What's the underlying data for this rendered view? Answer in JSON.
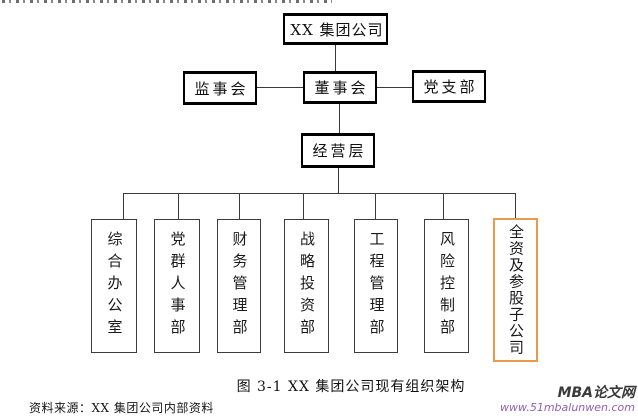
{
  "figure": {
    "caption": "图 3-1 XX 集团公司现有组织架构",
    "source_note": "资料来源：XX 集团公司内部资料"
  },
  "org_chart": {
    "nodes": {
      "root": "XX 集团公司",
      "supervisory_board": "监事会",
      "board_of_directors": "董事会",
      "party_branch": "党支部",
      "management_level": "经营层",
      "departments": [
        {
          "label": "综合办公室",
          "highlighted": false
        },
        {
          "label": "党群人事部",
          "highlighted": false
        },
        {
          "label": "财务管理部",
          "highlighted": false
        },
        {
          "label": "战略投资部",
          "highlighted": false
        },
        {
          "label": "工程管理部",
          "highlighted": false
        },
        {
          "label": "风险控制部",
          "highlighted": false
        },
        {
          "label": "全资及参股子公司",
          "highlighted": true
        }
      ]
    },
    "highlight_border_color": "#EA9A4F",
    "box_border_color": "#000000",
    "line_color": "#3a3a3a"
  },
  "watermark": {
    "site_name": "MBA论文网",
    "site_url": "www.51mbalunwen.com",
    "name_color": "#3a3a3a",
    "url_color": "#915FB5"
  }
}
